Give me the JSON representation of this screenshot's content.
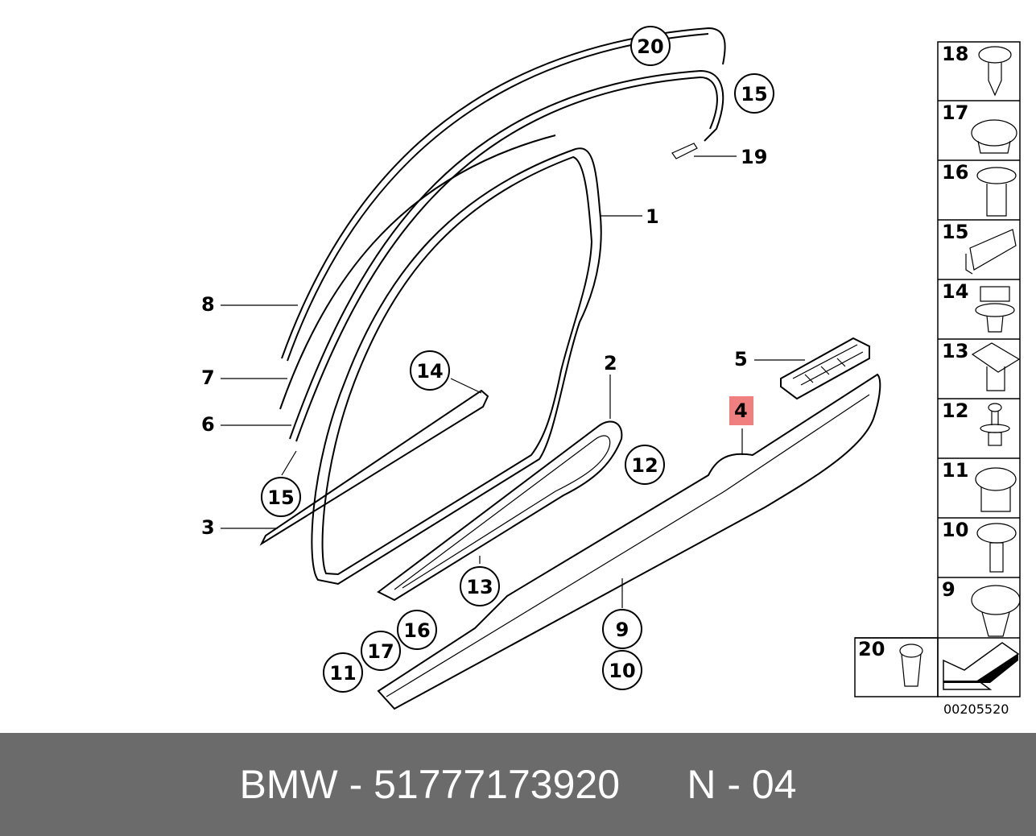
{
  "labels": {
    "plain": [
      "1",
      "2",
      "3",
      "5",
      "6",
      "7",
      "8",
      "19"
    ],
    "highlighted": "4",
    "circled": [
      "20",
      "15",
      "14",
      "15",
      "12",
      "13",
      "16",
      "17",
      "11",
      "9",
      "10"
    ]
  },
  "side_panel": {
    "cells": [
      "18",
      "17",
      "16",
      "15",
      "14",
      "13",
      "12",
      "11",
      "10",
      "9"
    ],
    "bottom_cell": "20",
    "reference_number": "00205520"
  },
  "footer": {
    "brand": "BMW",
    "part_number": "51777173920",
    "position": "N - 04",
    "separator": "-"
  },
  "colors": {
    "highlight": "#f08080",
    "footer_bg": "#6b6b6b"
  }
}
